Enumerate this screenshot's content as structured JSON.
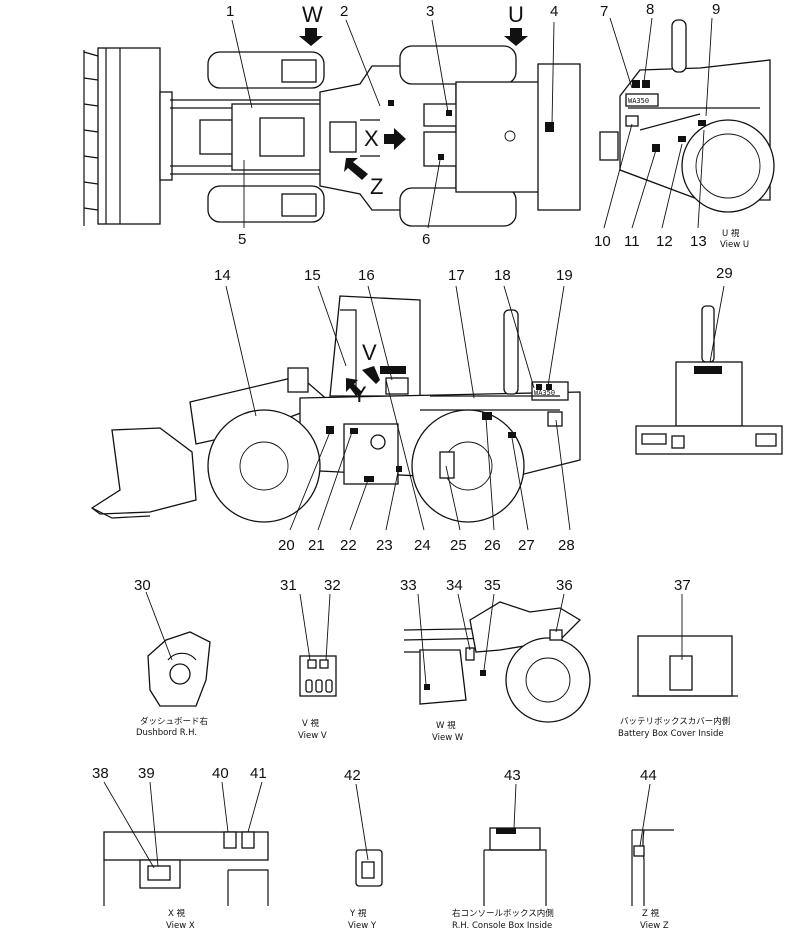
{
  "callouts": [
    "1",
    "2",
    "3",
    "4",
    "5",
    "6",
    "7",
    "8",
    "9",
    "10",
    "11",
    "12",
    "13",
    "14",
    "15",
    "16",
    "17",
    "18",
    "19",
    "20",
    "21",
    "22",
    "23",
    "24",
    "25",
    "26",
    "27",
    "28",
    "29",
    "30",
    "31",
    "32",
    "33",
    "34",
    "35",
    "36",
    "37",
    "38",
    "39",
    "40",
    "41",
    "42",
    "43",
    "44"
  ],
  "view_arrows": {
    "w": "W",
    "u": "U",
    "x": "X",
    "z": "Z",
    "v": "V",
    "y": "Y"
  },
  "plates": {
    "model": "WA350"
  },
  "captions": {
    "view_u_jp": "U 視",
    "view_u_en": "View U",
    "dash_jp": "ダッシュボード右",
    "dash_en": "Dushbord R.H.",
    "view_v_jp": "V 視",
    "view_v_en": "View V",
    "view_w_jp": "W 視",
    "view_w_en": "View W",
    "battery_jp": "バッテリボックスカバー内側",
    "battery_en": "Battery Box Cover Inside",
    "view_x_jp": "X 視",
    "view_x_en": "View X",
    "view_y_jp": "Y 視",
    "view_y_en": "View Y",
    "console_jp": "右コンソールボックス内側",
    "console_en": "R.H. Console Box Inside",
    "view_z_jp": "Z 視",
    "view_z_en": "View Z"
  }
}
